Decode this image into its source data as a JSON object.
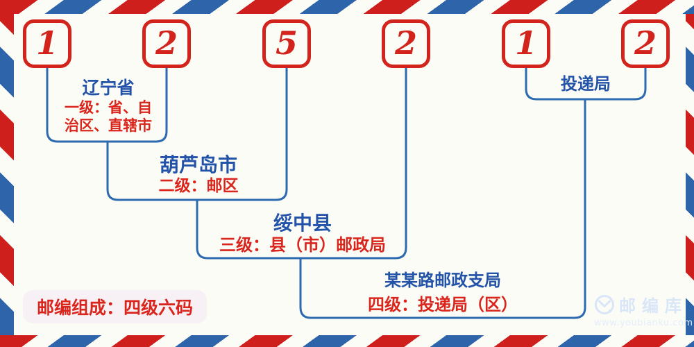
{
  "postal_code": {
    "digits": [
      "1",
      "2",
      "5",
      "2",
      "1",
      "2"
    ]
  },
  "levels": [
    {
      "name": "辽宁省",
      "desc_lines": [
        "一级：省、自",
        "治区、直辖市"
      ]
    },
    {
      "name": "葫芦岛市",
      "desc_lines": [
        "二级：邮区"
      ]
    },
    {
      "name": "绥中县",
      "desc_lines": [
        "三级：县（市）邮政局"
      ]
    },
    {
      "name": "某某路邮政支局",
      "desc_lines": [
        "四级：投递局（区）"
      ]
    },
    {
      "name": "投递局",
      "desc_lines": []
    }
  ],
  "badge": {
    "text": "邮编组成：四级六码"
  },
  "watermark": {
    "icon": "envelope-circle-icon",
    "brand": "邮编库",
    "url": "www.youbianku.com"
  },
  "colors": {
    "bg": "#fcfcf6",
    "red": "#d2241d",
    "red-text": "#da251c",
    "blue-text": "#2253a8",
    "line-blue": "#2d6ab0",
    "stripe-red": "#cf1f1d",
    "stripe-blue": "#2e64aa",
    "badge-bg": "#f7f1f6",
    "wm": "#d9e6f8",
    "wm-light": "#e4eefb"
  }
}
